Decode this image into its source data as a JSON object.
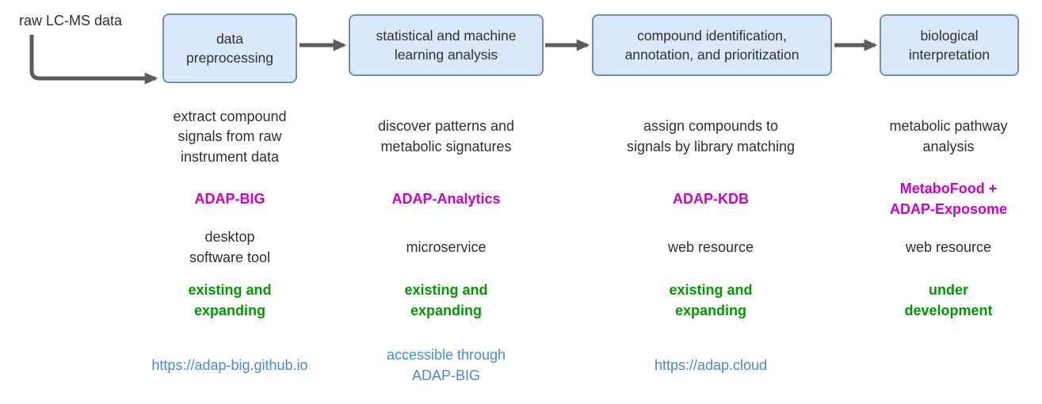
{
  "diagram": {
    "raw_input_label": "raw LC-MS data"
  },
  "colors": {
    "box_fill": "#dae8fc",
    "box_border": "#6c8ebf",
    "arrow": "#5b5b5b",
    "tool_name": "#cc00cc",
    "status": "#009900",
    "link": "#4a86e8",
    "text": "#2f2f2f"
  },
  "columns": [
    {
      "box_label": "data\npreprocessing",
      "description": "extract compound\nsignals from raw\ninstrument data",
      "tool_name": "ADAP-BIG",
      "deployment": "desktop\nsoftware tool",
      "status": "existing and\nexpanding",
      "link": "https://adap-big.github.io"
    },
    {
      "box_label": "statistical and machine\nlearning analysis",
      "description": "discover patterns and\nmetabolic signatures",
      "tool_name": "ADAP-Analytics",
      "deployment": "microservice",
      "status": "existing and\nexpanding",
      "link": "accessible through\nADAP-BIG"
    },
    {
      "box_label": "compound identification,\nannotation, and prioritization",
      "description": "assign compounds to\nsignals by library matching",
      "tool_name": "ADAP-KDB",
      "deployment": "web resource",
      "status": "existing and\nexpanding",
      "link": "https://adap.cloud"
    },
    {
      "box_label": "biological\ninterpretation",
      "description": "metabolic pathway\nanalysis",
      "tool_name": "MetaboFood +\nADAP-Exposome",
      "deployment": "web resource",
      "status": "under\ndevelopment",
      "link": ""
    }
  ]
}
